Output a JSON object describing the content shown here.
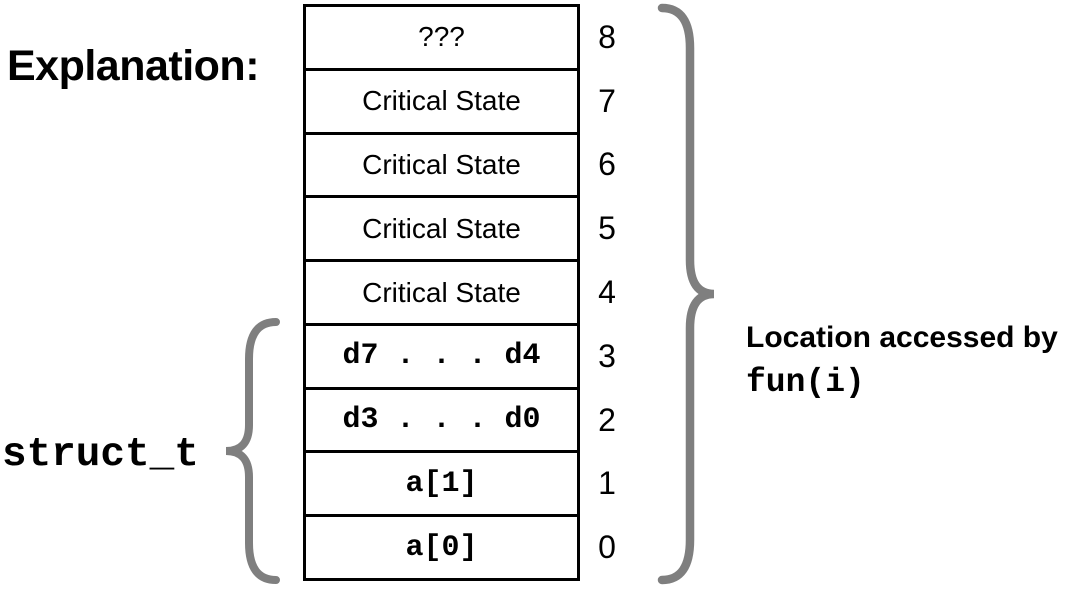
{
  "heading": {
    "label": "Explanation:"
  },
  "memory_table": {
    "rows": [
      {
        "label": "???",
        "index": "8",
        "text_style": "sans"
      },
      {
        "label": "Critical State",
        "index": "7",
        "text_style": "sans"
      },
      {
        "label": "Critical State",
        "index": "6",
        "text_style": "sans"
      },
      {
        "label": "Critical State",
        "index": "5",
        "text_style": "sans"
      },
      {
        "label": "Critical State",
        "index": "4",
        "text_style": "sans"
      },
      {
        "label": "d7 . . . d4",
        "index": "3",
        "text_style": "mono"
      },
      {
        "label": "d3 . . . d0",
        "index": "2",
        "text_style": "mono"
      },
      {
        "label": "a[1]",
        "index": "1",
        "text_style": "mono"
      },
      {
        "label": "a[0]",
        "index": "0",
        "text_style": "mono"
      }
    ]
  },
  "struct_brace": {
    "label": "struct_t"
  },
  "access_brace": {
    "label_line1": "Location accessed by",
    "label_line2": "fun(i)"
  },
  "colors": {
    "brace": "#7f7f7f",
    "table_border": "#000000",
    "text": "#000000"
  }
}
